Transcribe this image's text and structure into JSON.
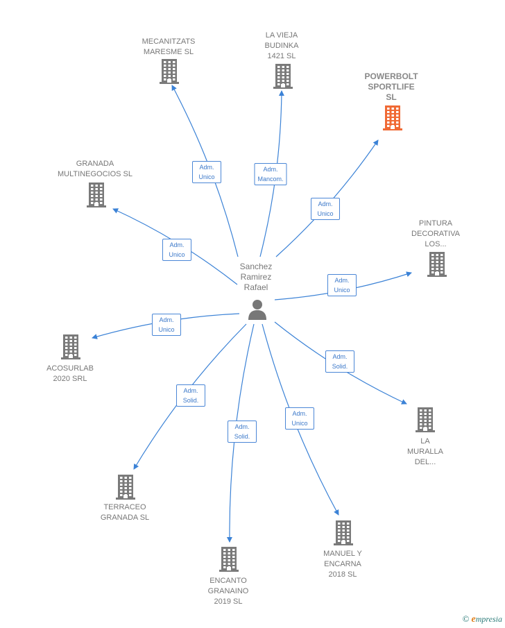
{
  "person": {
    "name": "Sanchez\nRamirez\nRafael",
    "icon": "person-icon"
  },
  "colors": {
    "edge": "#3b82d6",
    "building": "#7a7a7a",
    "building_highlight": "#f06a35"
  },
  "companies": [
    {
      "id": "mecanitzats",
      "label": "MECANITZATS\nMARESME  SL",
      "role": "Adm.\nUnico",
      "highlight": false
    },
    {
      "id": "laVieja",
      "label": "LA VIEJA\nBUDINKA\n1421 SL",
      "role": "Adm.\nMancom.",
      "highlight": false
    },
    {
      "id": "powerbolt",
      "label": "POWERBOLT\nSPORTLIFE\nSL",
      "role": "Adm.\nUnico",
      "highlight": true
    },
    {
      "id": "granada",
      "label": "GRANADA\nMULTINEGOCIOS SL",
      "role": "Adm.\nUnico",
      "highlight": false
    },
    {
      "id": "pintura",
      "label": "PINTURA\nDECORATIVA\nLOS...",
      "role": "Adm.\nUnico",
      "highlight": false
    },
    {
      "id": "acosurlab",
      "label": "ACOSURLAB\n2020 SRL",
      "role": "Adm.\nUnico",
      "highlight": false
    },
    {
      "id": "muralla",
      "label": "LA\nMURALLA\nDEL...",
      "role": "Adm.\nSolid.",
      "highlight": false
    },
    {
      "id": "terraceo",
      "label": "TERRACEO\nGRANADA  SL",
      "role": "Adm.\nSolid.",
      "highlight": false
    },
    {
      "id": "encanto",
      "label": "ENCANTO\nGRANAINO\n2019  SL",
      "role": "Adm.\nSolid.",
      "highlight": false
    },
    {
      "id": "manuel",
      "label": "MANUEL Y\nENCARNA\n2018  SL",
      "role": "Adm.\nUnico",
      "highlight": false
    }
  ],
  "watermark": {
    "symbol": "©",
    "brand_initial": "e",
    "brand_rest": "mpresia"
  }
}
